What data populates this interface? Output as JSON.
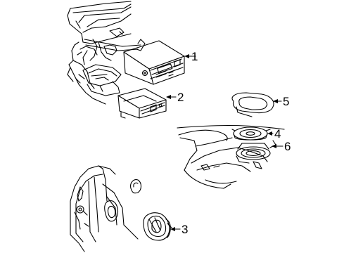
{
  "diagram": {
    "callouts": [
      {
        "id": "c1",
        "text": "1"
      },
      {
        "id": "c2",
        "text": "2"
      },
      {
        "id": "c3",
        "text": "3"
      },
      {
        "id": "c4",
        "text": "4"
      },
      {
        "id": "c5",
        "text": "5"
      },
      {
        "id": "c6",
        "text": "6"
      }
    ],
    "line_color": "#000000",
    "background": "#ffffff"
  }
}
